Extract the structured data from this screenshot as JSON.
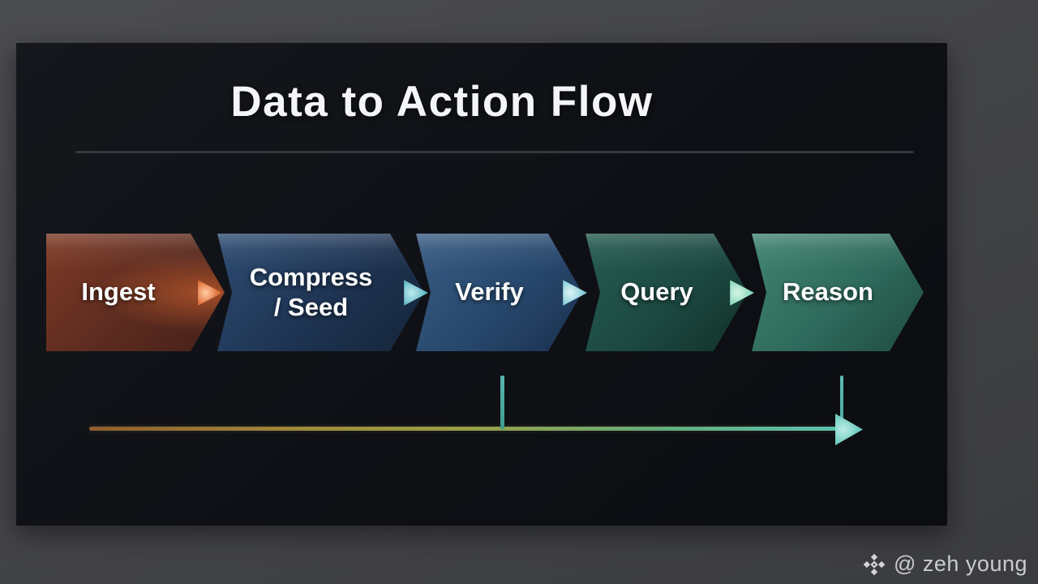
{
  "slide": {
    "title": "Data to Action Flow",
    "steps": [
      {
        "label": "Ingest",
        "color": "#6b311f"
      },
      {
        "label": "Compress\n/ Seed",
        "color": "#1f3450"
      },
      {
        "label": "Verify",
        "color": "#27486d"
      },
      {
        "label": "Query",
        "color": "#1c4942"
      },
      {
        "label": "Reason",
        "color": "#2e6a5c"
      }
    ],
    "timeline": {
      "direction": "left-to-right",
      "gradient_start_color": "#8f5e2e",
      "gradient_end_color": "#5cc2b2",
      "ticks": [
        {
          "position": "below Verify chevron tip"
        },
        {
          "position": "below Reason chevron body"
        }
      ]
    }
  },
  "watermark": {
    "handle": "@ zeh young",
    "logo": "binance-diamond-icon",
    "color": "#c9cbcd"
  }
}
